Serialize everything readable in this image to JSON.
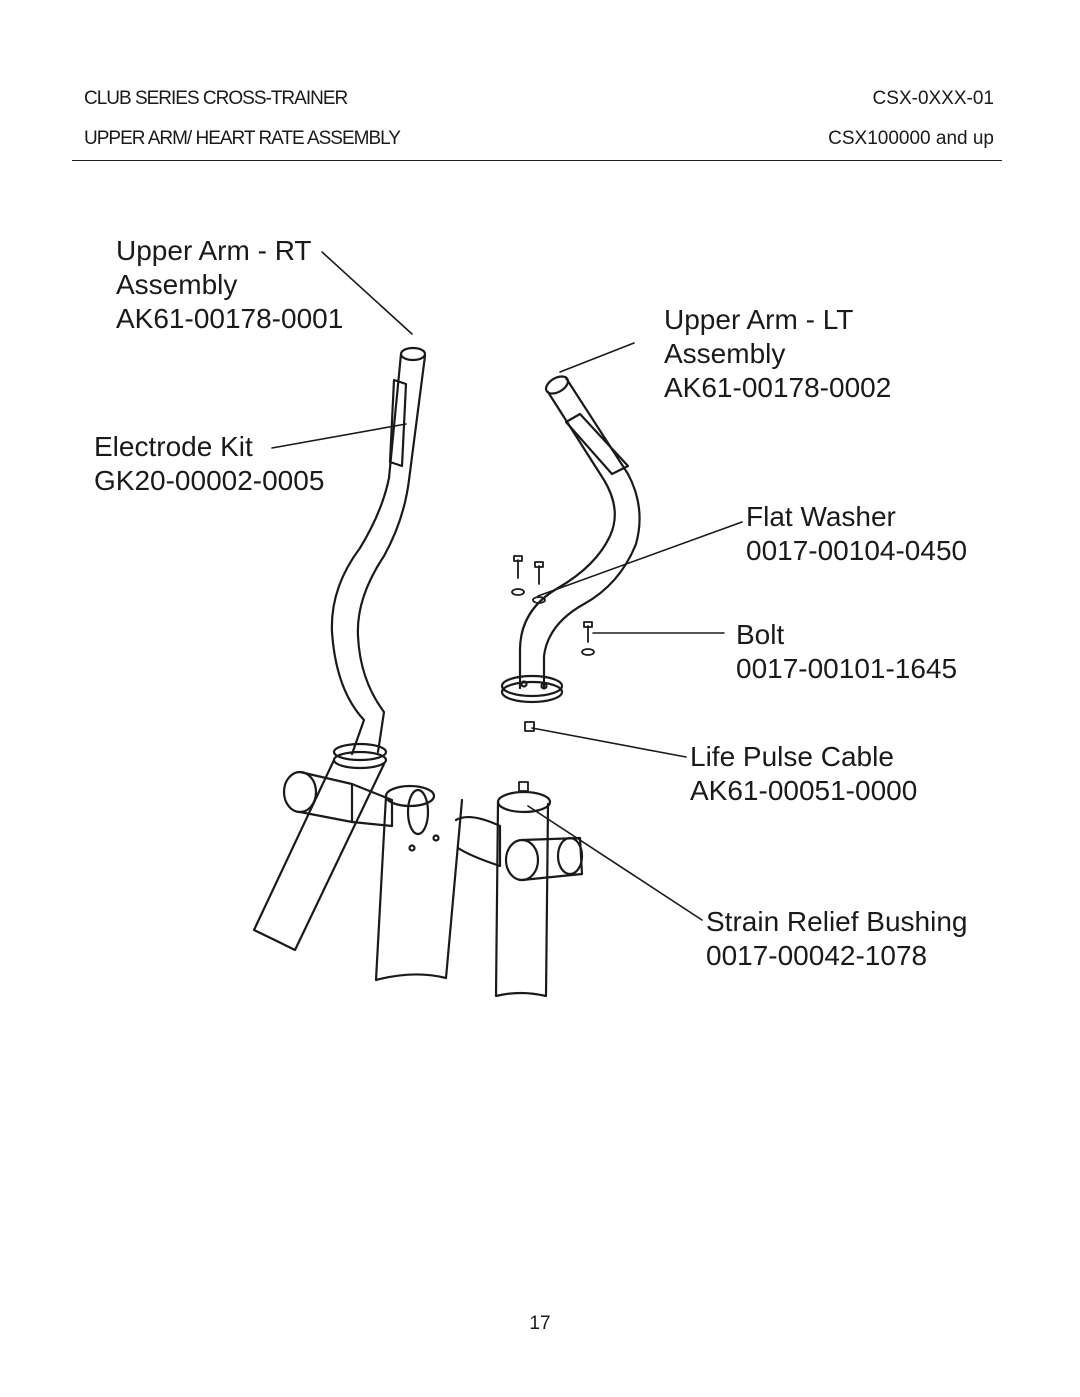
{
  "header": {
    "series_title": "CLUB SERIES CROSS-TRAINER",
    "assembly_title": "UPPER ARM/ HEART RATE ASSEMBLY",
    "doc_code": "CSX-0XXX-01",
    "serial_range": "CSX100000 and up"
  },
  "callouts": {
    "upper_arm_rt": {
      "name1": "Upper Arm - RT",
      "name2": "Assembly",
      "part": "AK61-00178-0001"
    },
    "upper_arm_lt": {
      "name1": "Upper Arm - LT",
      "name2": "Assembly",
      "part": "AK61-00178-0002"
    },
    "electrode_kit": {
      "name": "Electrode Kit",
      "part": "GK20-00002-0005"
    },
    "flat_washer": {
      "name": "Flat Washer",
      "part": "0017-00104-0450"
    },
    "bolt": {
      "name": "Bolt",
      "part": "0017-00101-1645"
    },
    "life_pulse_cable": {
      "name": "Life Pulse Cable",
      "part": "AK61-00051-0000"
    },
    "strain_relief_bushing": {
      "name": "Strain Relief Bushing",
      "part": "0017-00042-1078"
    }
  },
  "page_number": "17"
}
